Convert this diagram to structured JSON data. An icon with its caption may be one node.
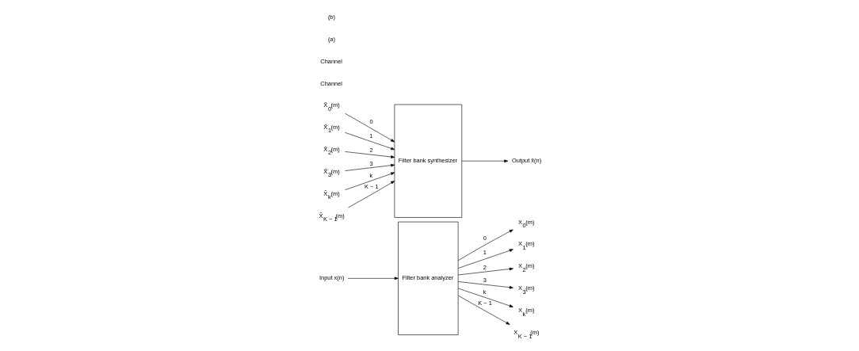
{
  "diagram": {
    "nodes": [
      {
        "text": [
          "Input x(n)"
        ]
      },
      {
        "text": [
          "Filter bank analyzer"
        ]
      },
      {
        "text": [
          "X$_{0}$(m)"
        ]
      },
      {
        "text": [
          "X$_{1}$(m)"
        ]
      },
      {
        "text": [
          "X$_{2}$(m)"
        ]
      },
      {
        "text": [
          "X$_{3}$(m)"
        ]
      },
      {
        "text": [
          "X$_{k}$(m)"
        ]
      },
      {
        "text": [
          "X$_{K − 1}$(m)"
        ]
      },
      {
        "text": [
          "X̂$_{0}$(m)"
        ]
      },
      {
        "text": [
          "X̂$_{1}$(m)"
        ]
      },
      {
        "text": [
          "X̂$_{2}$(m)"
        ]
      },
      {
        "text": [
          "X̂$_{3}$(m)"
        ]
      },
      {
        "text": [
          "X̂$_{k}$(m)"
        ]
      },
      {
        "text": [
          "X̂$_{K − 1}$(m)"
        ]
      },
      {
        "text": [
          "Filter bank synthesizer"
        ]
      },
      {
        "text": [
          "Output x̂(n)"
        ]
      }
    ],
    "edges": [
      {
        "from": 0,
        "to": 1,
        "arrow": "to"
      },
      {
        "from": 1,
        "to": 2,
        "arrow": "to",
        "label": "0"
      },
      {
        "from": 1,
        "to": 3,
        "arrow": "to",
        "label": "1"
      },
      {
        "from": 1,
        "to": 4,
        "arrow": "to",
        "label": "2"
      },
      {
        "from": 1,
        "to": 5,
        "arrow": "to",
        "label": "3"
      },
      {
        "from": 1,
        "to": 6,
        "arrow": "to",
        "label": "k"
      },
      {
        "from": 1,
        "to": 7,
        "arrow": "to",
        "label": "K − 1"
      },
      {
        "from": 8,
        "to": 14,
        "arrow": "to",
        "label": "0"
      },
      {
        "from": 9,
        "to": 14,
        "arrow": "to",
        "label": "1"
      },
      {
        "from": 10,
        "to": 14,
        "arrow": "to",
        "label": "2"
      },
      {
        "from": 11,
        "to": 14,
        "arrow": "to",
        "label": "3"
      },
      {
        "from": 12,
        "to": 14,
        "arrow": "to",
        "label": "k"
      },
      {
        "from": 13,
        "to": 14,
        "arrow": "to",
        "label": "K − 1"
      },
      {
        "from": 14,
        "to": 15,
        "arrow": "to"
      }
    ],
    "labels": [
      "Channel",
      "Channel",
      "(a)",
      "(b)"
    ]
  }
}
